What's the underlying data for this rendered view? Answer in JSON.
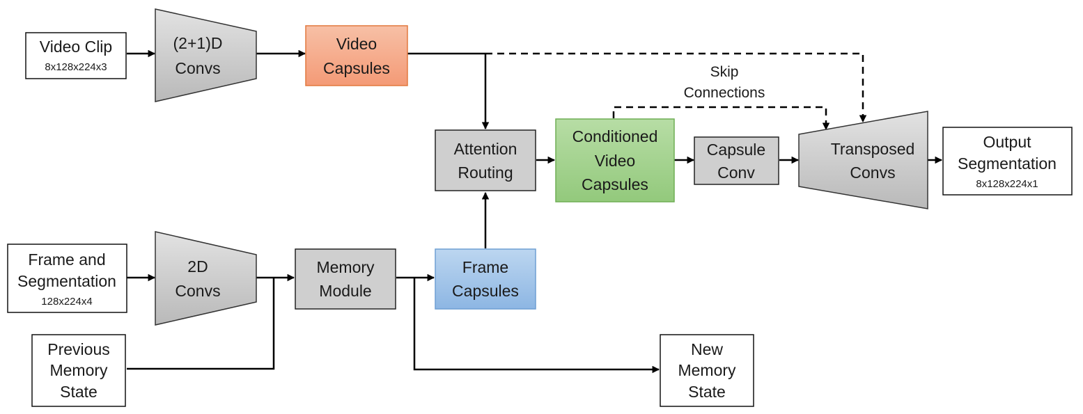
{
  "nodes": {
    "video_clip": {
      "title": "Video Clip",
      "dims": "8x128x224x3"
    },
    "conv_2plus1d": {
      "line1": "(2+1)D",
      "line2": "Convs"
    },
    "video_capsules": {
      "line1": "Video",
      "line2": "Capsules",
      "color": "#f4a07f"
    },
    "attention_routing": {
      "line1": "Attention",
      "line2": "Routing"
    },
    "conditioned_video_capsules": {
      "line1": "Conditioned",
      "line2": "Video",
      "line3": "Capsules",
      "color": "#a3d28d"
    },
    "capsule_conv": {
      "line1": "Capsule",
      "line2": "Conv"
    },
    "transposed_convs": {
      "line1": "Transposed",
      "line2": "Convs"
    },
    "output_segmentation": {
      "line1": "Output",
      "line2": "Segmentation",
      "dims": "8x128x224x1"
    },
    "frame_and_segmentation": {
      "line1": "Frame and",
      "line2": "Segmentation",
      "dims": "128x224x4"
    },
    "conv_2d": {
      "line1": "2D",
      "line2": "Convs"
    },
    "memory_module": {
      "line1": "Memory",
      "line2": "Module"
    },
    "frame_capsules": {
      "line1": "Frame",
      "line2": "Capsules",
      "color": "#9ec3e8"
    },
    "previous_memory_state": {
      "line1": "Previous",
      "line2": "Memory",
      "line3": "State"
    },
    "new_memory_state": {
      "line1": "New",
      "line2": "Memory",
      "line3": "State"
    }
  },
  "skip_connections": {
    "line1": "Skip",
    "line2": "Connections"
  }
}
